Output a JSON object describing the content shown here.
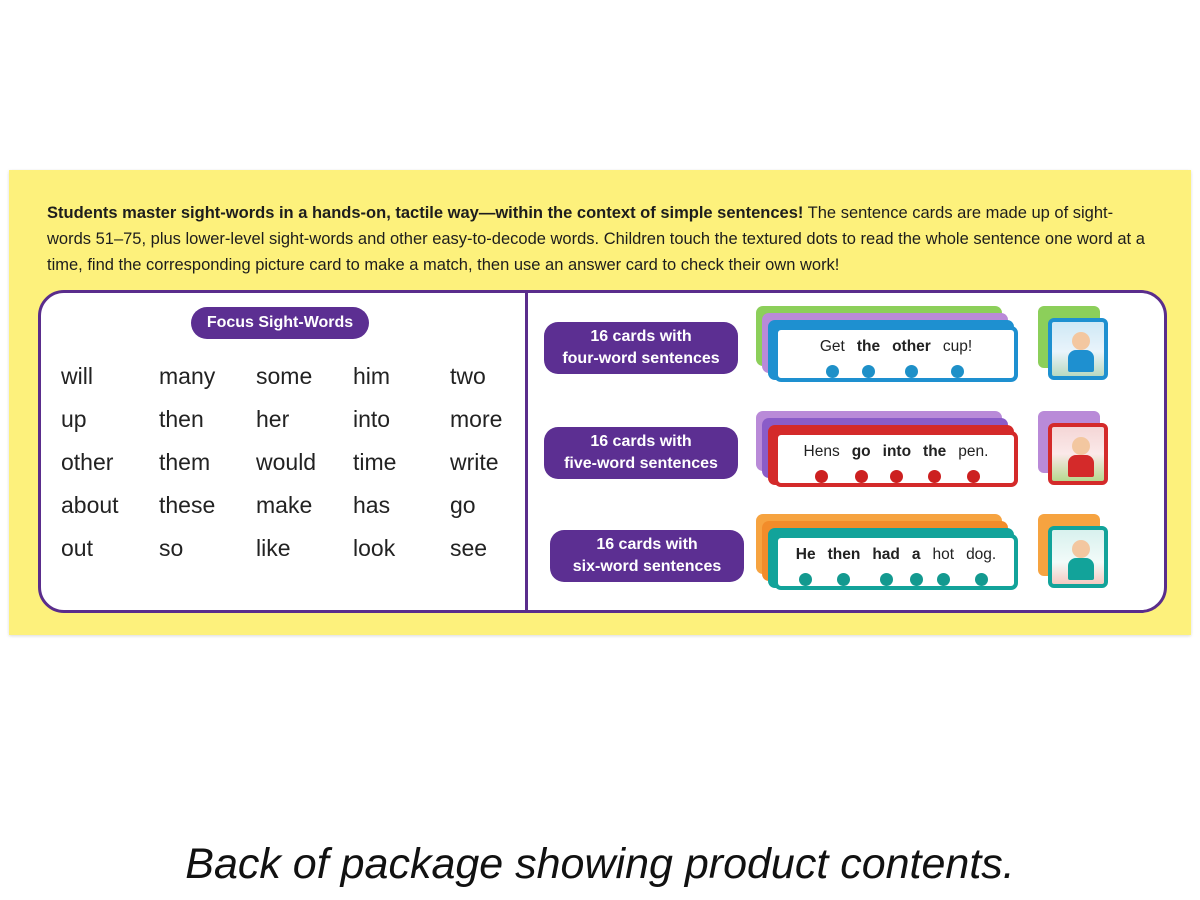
{
  "intro": {
    "bold": "Students master sight-words in a hands-on, tactile way—within the context of simple sentences!",
    "rest": " The sentence cards are made up of sight-words 51–75, plus lower-level sight-words and other easy-to-decode words. Children touch the textured dots to read the whole sentence one word at a time, find the corresponding picture card to make a match, then use an answer card to check their own work!"
  },
  "focus_label": "Focus Sight-Words",
  "sight_words": [
    [
      "will",
      "many",
      "some",
      "him",
      "two"
    ],
    [
      "up",
      "then",
      "her",
      "into",
      "more"
    ],
    [
      "other",
      "them",
      "would",
      "time",
      "write"
    ],
    [
      "about",
      "these",
      "make",
      "has",
      "go"
    ],
    [
      "out",
      "so",
      "like",
      "look",
      "see"
    ]
  ],
  "card_sets": [
    {
      "line1": "16 cards with",
      "line2": "four-word sentences",
      "color": "#1e90d0",
      "dot_color": "#1e90c8",
      "words": [
        {
          "text": "Get",
          "bold": false
        },
        {
          "text": "the",
          "bold": true
        },
        {
          "text": "other",
          "bold": true
        },
        {
          "text": "cup!",
          "bold": false
        }
      ]
    },
    {
      "line1": "16 cards with",
      "line2": "five-word sentences",
      "color": "#d42a2a",
      "dot_color": "#cc2020",
      "words": [
        {
          "text": "Hens",
          "bold": false
        },
        {
          "text": "go",
          "bold": true
        },
        {
          "text": "into",
          "bold": true
        },
        {
          "text": "the",
          "bold": true
        },
        {
          "text": "pen.",
          "bold": false
        }
      ]
    },
    {
      "line1": "16 cards with",
      "line2": "six-word sentences",
      "color": "#12a39a",
      "dot_color": "#13998f",
      "words": [
        {
          "text": "He",
          "bold": true
        },
        {
          "text": "then",
          "bold": true
        },
        {
          "text": "had",
          "bold": true
        },
        {
          "text": "a",
          "bold": true
        },
        {
          "text": "hot",
          "bold": false
        },
        {
          "text": "dog.",
          "bold": false
        }
      ]
    }
  ],
  "caption": "Back of package showing product contents.",
  "colors": {
    "panel": "#fdf17c",
    "purple": "#5c2f92"
  }
}
